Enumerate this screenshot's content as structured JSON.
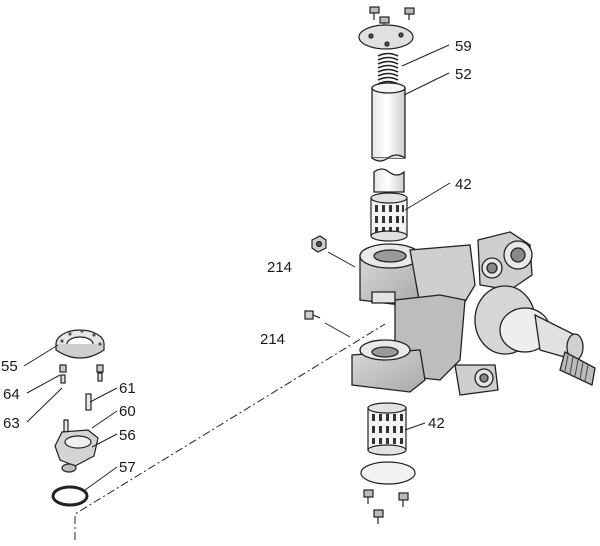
{
  "diagram": {
    "callouts": [
      {
        "id": "c59",
        "label": "59"
      },
      {
        "id": "c52",
        "label": "52"
      },
      {
        "id": "c42a",
        "label": "42"
      },
      {
        "id": "c214a",
        "label": "214"
      },
      {
        "id": "c214b",
        "label": "214"
      },
      {
        "id": "c42b",
        "label": "42"
      },
      {
        "id": "c55",
        "label": "55"
      },
      {
        "id": "c64",
        "label": "64"
      },
      {
        "id": "c63",
        "label": "63"
      },
      {
        "id": "c61",
        "label": "61"
      },
      {
        "id": "c60",
        "label": "60"
      },
      {
        "id": "c56",
        "label": "56"
      },
      {
        "id": "c57",
        "label": "57"
      }
    ]
  }
}
